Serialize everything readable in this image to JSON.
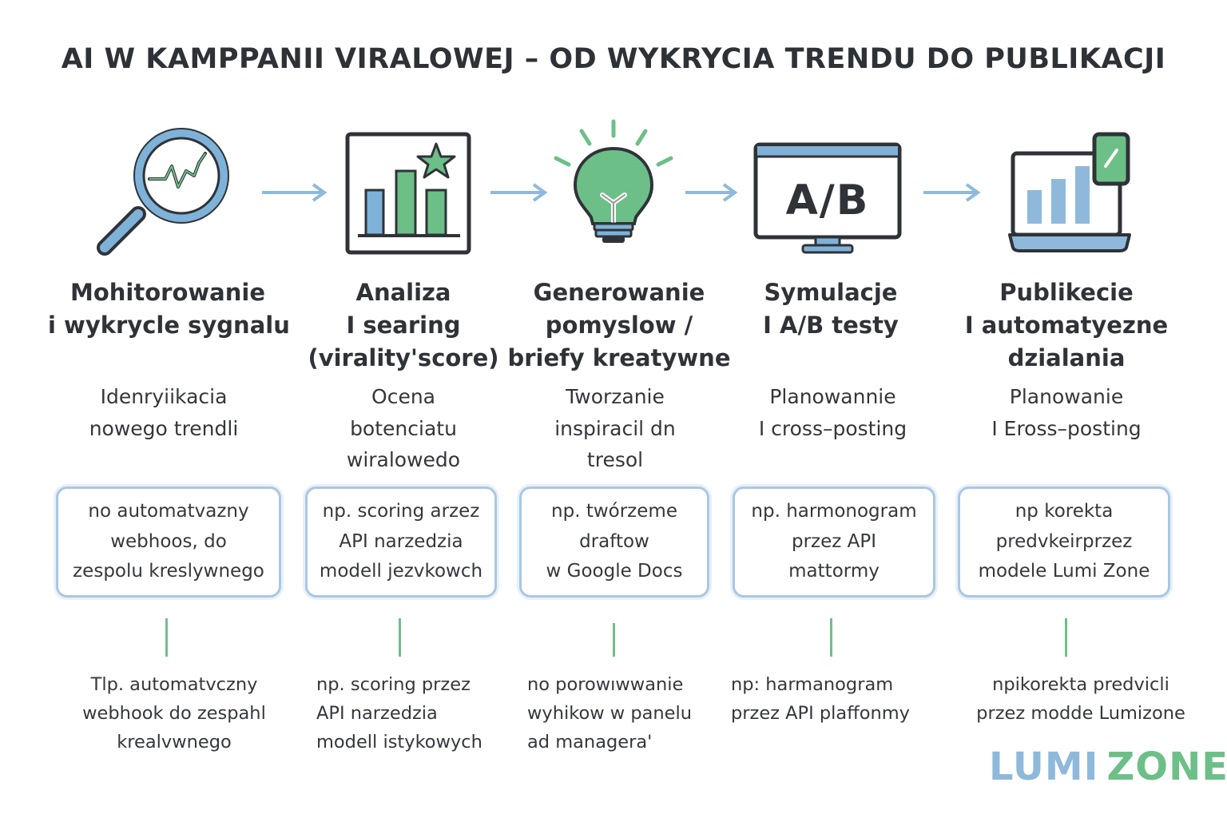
{
  "title": "AI W KAMPPANII VIRALOWEJ – OD WYKRYCIA TRENDU DO PUBLIKACJI",
  "colors": {
    "blue": "#7fb2d8",
    "green": "#6dbf88",
    "outline": "#2f3338",
    "box_border": "#a9c7e3"
  },
  "steps": [
    {
      "icon": "magnifier-trend-icon",
      "heading": [
        "Mohitorowanie",
        "i wykrycle sygnalu"
      ],
      "desc": [
        "Idenryiikacia",
        "nowego trendli"
      ],
      "box": [
        "no automatvazny",
        "webhoos, do",
        "zespolu kreslywnego"
      ],
      "foot": [
        "Tlp. automatvczny",
        "webhook do zespahl",
        "krealvwnego"
      ]
    },
    {
      "icon": "bar-chart-star-icon",
      "heading": [
        "Analiza",
        "I searing",
        "(virality'score)"
      ],
      "desc": [
        "Ocena",
        "botenciatu",
        "wiralowedo"
      ],
      "box": [
        "np. scoring arzez",
        "API narzedzia",
        "modell jezvkowch"
      ],
      "foot": [
        "np. scoring przez",
        "API narzedzia",
        "modell istykowych"
      ]
    },
    {
      "icon": "lightbulb-icon",
      "heading": [
        "Generowanie",
        "pomyslow /",
        "briefy kreatywne"
      ],
      "desc": [
        "Tworzanie",
        "inspiracil dn",
        "tresol"
      ],
      "box": [
        "np. twórzeme",
        "draftow",
        "w Google Docs"
      ],
      "foot": [
        "no  porowıwwanie",
        "wyhikow w panelu",
        "ad managera'"
      ]
    },
    {
      "icon": "ab-monitor-icon",
      "heading": [
        "Symulacje",
        "I A/B testy"
      ],
      "icon_text": "A/B",
      "desc": [
        "Planowannie",
        "I cross–posting"
      ],
      "box": [
        "np. harmonogram",
        "przez API",
        "mattormy"
      ],
      "foot": [
        "np: harmanogram",
        "przez API plaffonmy"
      ]
    },
    {
      "icon": "laptop-chart-phone-icon",
      "heading": [
        "Publikecie",
        "I automatyezne",
        "dzialania"
      ],
      "desc": [
        "Planowanie",
        "I Eross–posting"
      ],
      "box": [
        "np  korekta",
        "predvkeirprzez",
        "modele Lumi Zone"
      ],
      "foot": [
        "npikorekta predvicli",
        "przez modde Lumizone"
      ]
    }
  ],
  "logo": {
    "part1": "LUMI",
    "part2": "ZONE"
  }
}
